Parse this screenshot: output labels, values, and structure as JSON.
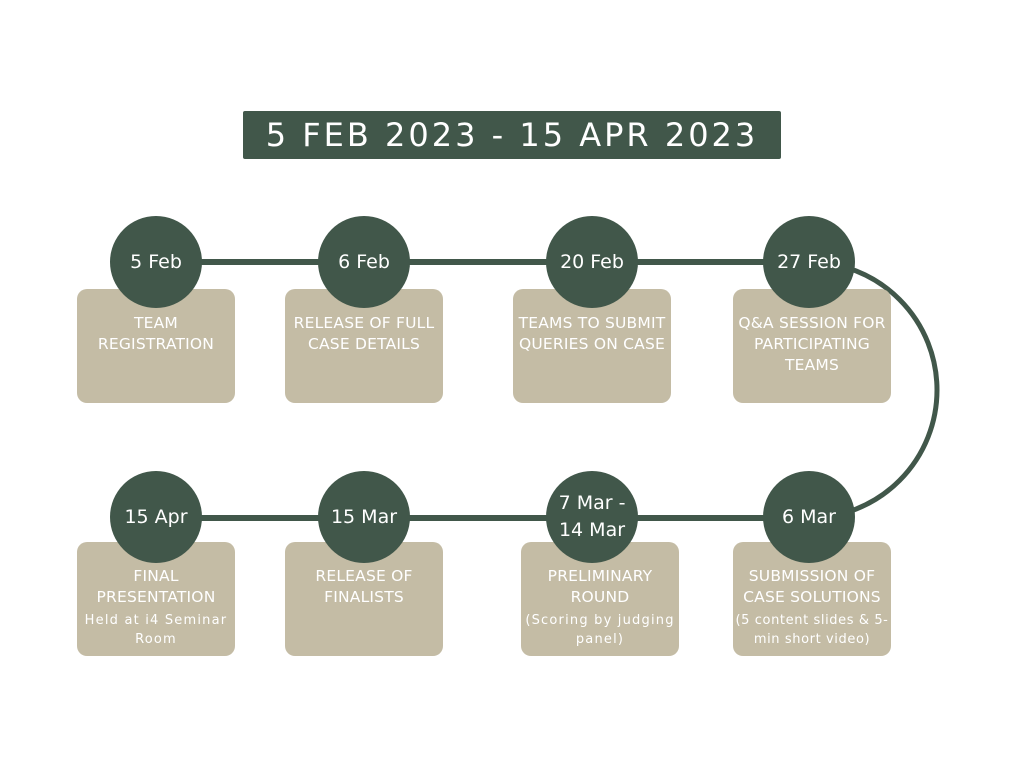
{
  "title": "5 FEB 2023 - 15 APR 2023",
  "milestones": [
    {
      "date": "5 Feb",
      "label": "TEAM REGISTRATION"
    },
    {
      "date": "6 Feb",
      "label": "RELEASE OF FULL CASE DETAILS"
    },
    {
      "date": "20 Feb",
      "label": "TEAMS TO SUBMIT QUERIES ON CASE"
    },
    {
      "date": "27 Feb",
      "label": "Q&A SESSION FOR PARTICIPATING TEAMS"
    },
    {
      "date": "6 Mar",
      "label": "SUBMISSION OF CASE SOLUTIONS",
      "note": "(5 content slides & 5-min short video)"
    },
    {
      "date": "7 Mar - 14 Mar",
      "label": "PRELIMINARY ROUND",
      "note": "(Scoring by judging panel)"
    },
    {
      "date": "15 Mar",
      "label": "RELEASE OF FINALISTS"
    },
    {
      "date": "15 Apr",
      "label": "FINAL PRESENTATION",
      "note": "Held at i4 Seminar Room"
    }
  ],
  "colors": {
    "dark_green": "#41574a",
    "card_beige": "#c4bca5",
    "text_white": "#ffffff"
  }
}
